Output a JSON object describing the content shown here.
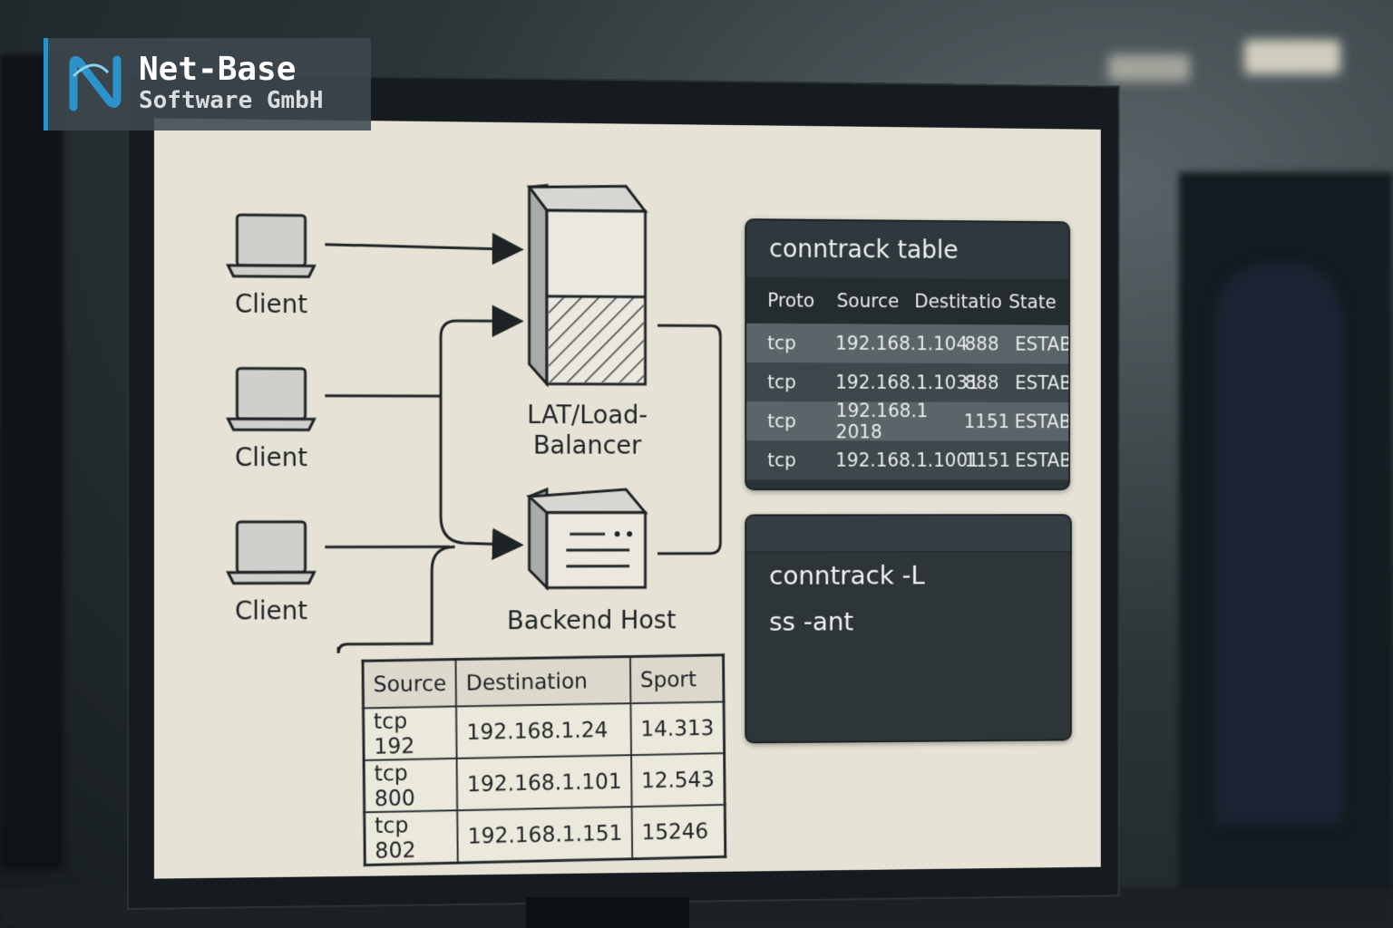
{
  "brand": {
    "name": "Net-Base",
    "subtitle": "Software GmbH"
  },
  "diagram": {
    "clients": [
      "Client",
      "Client",
      "Client"
    ],
    "load_balancer_label": "LAT/Load-Balancer",
    "load_balancer_lines": [
      "LAT/Load-",
      "Balancer"
    ],
    "backend_label": "Backend Host"
  },
  "conntrack": {
    "title": "conntrack table",
    "headers": [
      "Proto",
      "Source",
      "Destitatio",
      "State"
    ],
    "rows": [
      [
        "tcp",
        "192.168.1.104",
        "888",
        "ESTABL"
      ],
      [
        "tcp",
        "192.168.1.1031",
        "888",
        "ESTABL"
      ],
      [
        "tcp",
        "192.168.1 2018",
        "1151",
        "ESTABL"
      ],
      [
        "tcp",
        "192.168.1.1001",
        "1151",
        "ESTABL"
      ]
    ]
  },
  "terminal": {
    "commands": [
      "conntrack -L",
      "ss -ant"
    ]
  },
  "small_table": {
    "headers": [
      "Source",
      "Destination",
      "Sport"
    ],
    "rows": [
      [
        "tcp 192",
        "192.168.1.24",
        "14.313"
      ],
      [
        "tcp 800",
        "192.168.1.101",
        "12.543"
      ],
      [
        "tcp 802",
        "192.168.1.151",
        "15246"
      ]
    ]
  },
  "colors": {
    "screen": "#e6e3d6",
    "panel": "#2a3236",
    "accent": "#2b93c9",
    "ink": "#1e2325"
  }
}
